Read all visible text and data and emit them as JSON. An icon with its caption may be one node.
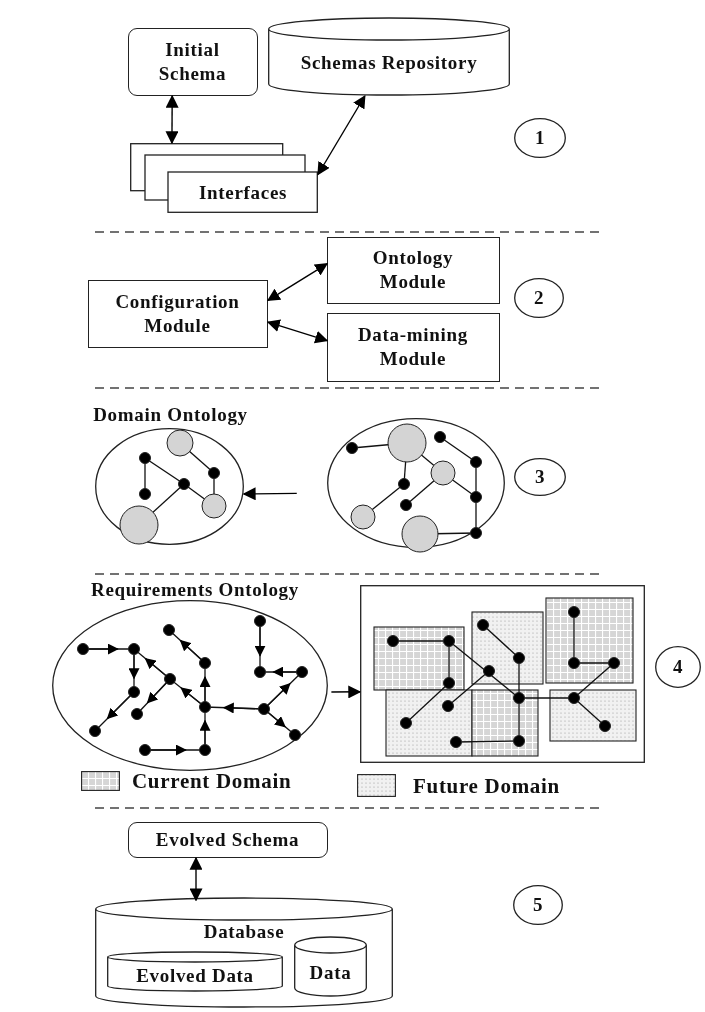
{
  "diagram": {
    "nodes": [
      {
        "text": [
          "Initial Schema"
        ]
      },
      {
        "text": [
          "Schemas Repository"
        ]
      },
      {
        "text": [
          "Interfaces"
        ]
      },
      {
        "text": [
          "Configuration Module"
        ]
      },
      {
        "text": [
          "Ontology Module"
        ]
      },
      {
        "text": [
          "Data-mining Module"
        ]
      },
      {
        "text": [
          "Domain Ontology"
        ]
      },
      {
        "text": [],
        "shape": "circle"
      },
      {
        "text": [
          "Requirements Ontology"
        ]
      },
      {
        "text": [],
        "shape": "box"
      },
      {
        "text": [
          "Evolved Schema"
        ]
      },
      {
        "text": [
          "Database"
        ]
      },
      {
        "text": [
          "Evolved Data"
        ],
        "in": 11
      },
      {
        "text": [
          "Data"
        ],
        "in": 11
      },
      {
        "text": [
          "1"
        ]
      },
      {
        "text": [
          "2"
        ]
      },
      {
        "text": [
          "3"
        ]
      },
      {
        "text": [
          "4"
        ]
      },
      {
        "text": [
          "5"
        ]
      }
    ],
    "edges": [
      {
        "from": 0,
        "to": 2,
        "arrow": "both"
      },
      {
        "from": 2,
        "to": 1,
        "arrow": "both"
      },
      {
        "from": 3,
        "to": 4,
        "arrow": "both"
      },
      {
        "from": 3,
        "to": 5,
        "arrow": "both"
      },
      {
        "from": 7,
        "to": 6,
        "arrow": "to"
      },
      {
        "from": 8,
        "to": 9,
        "arrow": "to"
      },
      {
        "from": 10,
        "to": 11,
        "arrow": "both"
      }
    ],
    "legend": [
      {
        "text": "Current Domain"
      },
      {
        "text": "Future Domain"
      }
    ]
  }
}
